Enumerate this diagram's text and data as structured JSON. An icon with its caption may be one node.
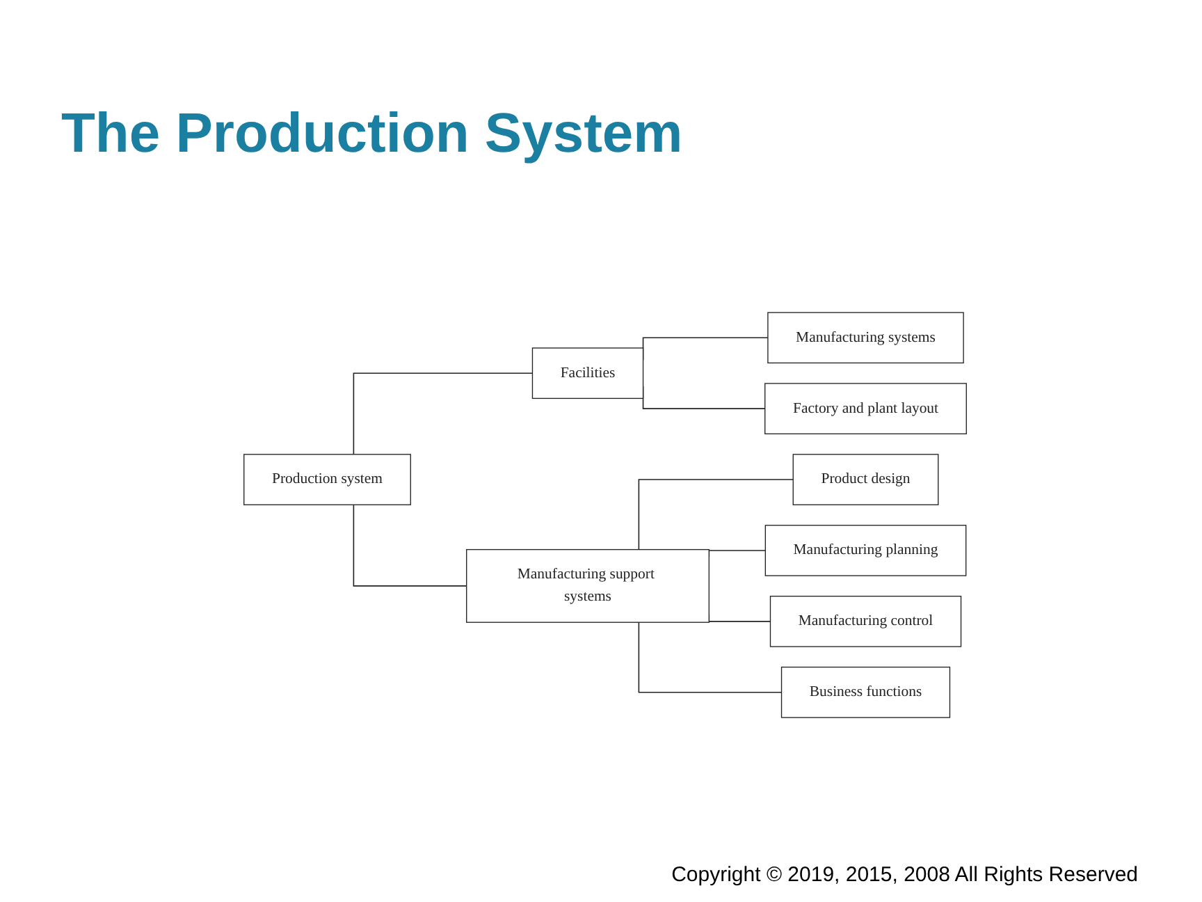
{
  "diagram": {
    "title": "The Production System",
    "nodes": [
      {
        "text": [
          "Production system"
        ]
      },
      {
        "text": [
          "Facilities"
        ]
      },
      {
        "text": [
          "Manufacturing support systems"
        ]
      },
      {
        "text": [
          "Manufacturing systems"
        ]
      },
      {
        "text": [
          "Factory and plant layout"
        ]
      },
      {
        "text": [
          "Product design"
        ]
      },
      {
        "text": [
          "Manufacturing planning"
        ]
      },
      {
        "text": [
          "Manufacturing control"
        ]
      },
      {
        "text": [
          "Business functions"
        ]
      }
    ],
    "edges": [
      {
        "from": 0,
        "to": 1,
        "arrow": "none"
      },
      {
        "from": 0,
        "to": 2,
        "arrow": "none"
      },
      {
        "from": 1,
        "to": 3,
        "arrow": "none"
      },
      {
        "from": 1,
        "to": 4,
        "arrow": "none"
      },
      {
        "from": 2,
        "to": 5,
        "arrow": "none"
      },
      {
        "from": 2,
        "to": 6,
        "arrow": "none"
      },
      {
        "from": 2,
        "to": 7,
        "arrow": "none"
      },
      {
        "from": 2,
        "to": 8,
        "arrow": "none"
      }
    ],
    "labels": [
      "Copyright © 2019, 2015, 2008 All Rights Reserved"
    ]
  }
}
